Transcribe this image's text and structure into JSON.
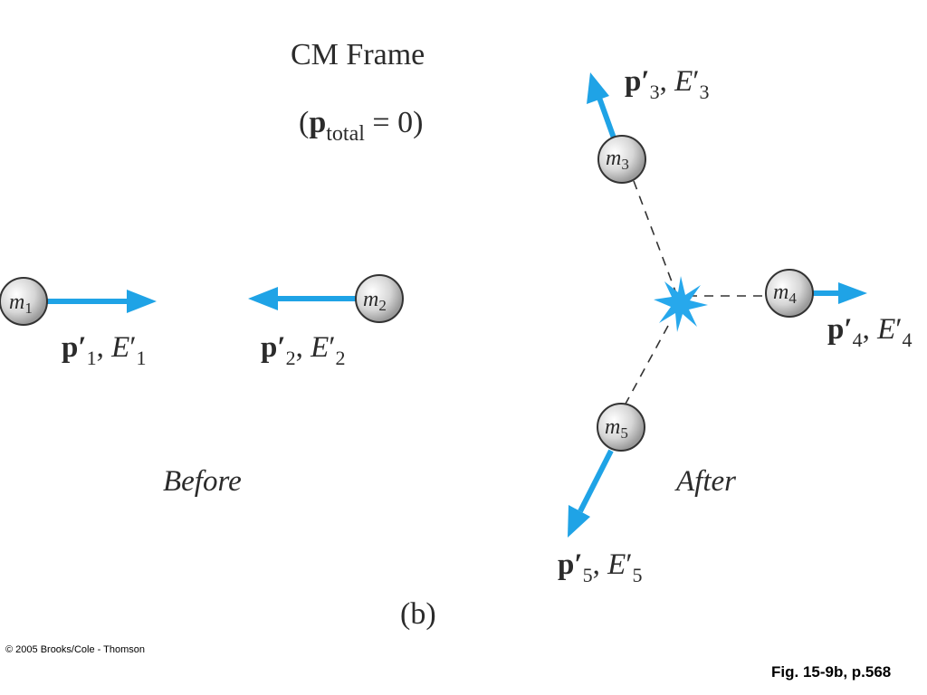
{
  "title": "CM Frame",
  "subtitle": {
    "open": "(",
    "bold": "p",
    "sub": "total",
    "rest": " = 0)"
  },
  "panel_label": "(b)",
  "captions": {
    "before": "Before",
    "after": "After"
  },
  "masses": {
    "m1": {
      "letter": "m",
      "sub": "1"
    },
    "m2": {
      "letter": "m",
      "sub": "2"
    },
    "m3": {
      "letter": "m",
      "sub": "3"
    },
    "m4": {
      "letter": "m",
      "sub": "4"
    },
    "m5": {
      "letter": "m",
      "sub": "5"
    }
  },
  "labels": {
    "p1": {
      "p": "p",
      "prime": "′",
      "sub": "1",
      "sep": ",  ",
      "E": "E",
      "Eprime": "′",
      "Esub": "1"
    },
    "p2": {
      "p": "p",
      "prime": "′",
      "sub": "2",
      "sep": ",  ",
      "E": "E",
      "Eprime": "′",
      "Esub": "2"
    },
    "p3": {
      "p": "p",
      "prime": "′",
      "sub": "3",
      "sep": ",  ",
      "E": "E",
      "Eprime": "′",
      "Esub": "3"
    },
    "p4": {
      "p": "p",
      "prime": "′",
      "sub": "4",
      "sep": ",  ",
      "E": "E",
      "Eprime": "′",
      "Esub": "4"
    },
    "p5": {
      "p": "p",
      "prime": "′",
      "sub": "5",
      "sep": ",  ",
      "E": "E",
      "Eprime": "′",
      "Esub": "5"
    }
  },
  "colors": {
    "arrow": "#1fa3e6",
    "sphere": "#d9d9d9",
    "burst": "#27a8ec"
  },
  "copyright": "© 2005 Brooks/Cole - Thomson",
  "figure_ref": "Fig. 15-9b, p.568"
}
